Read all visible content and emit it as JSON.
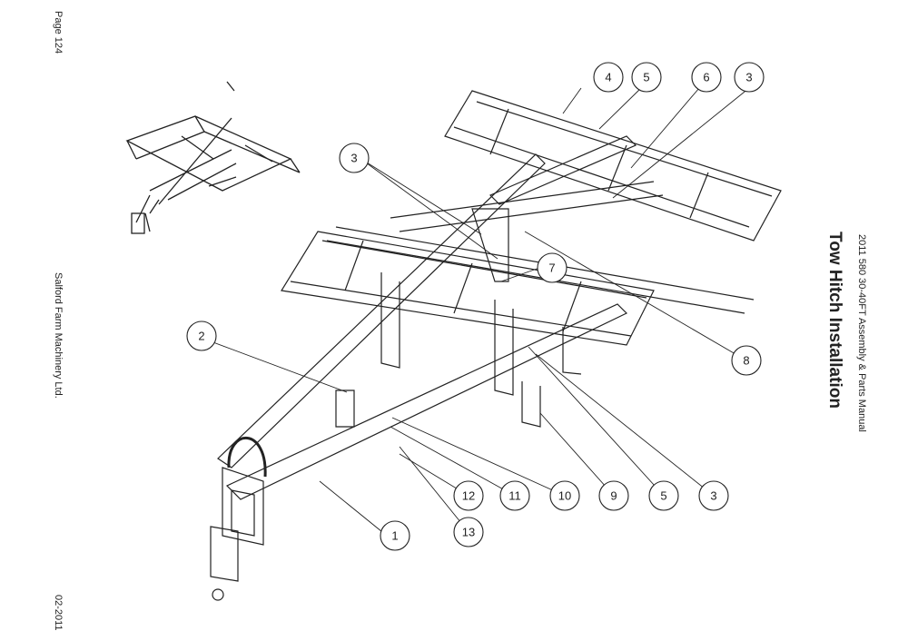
{
  "page": {
    "number_label": "Page 124",
    "company": "Salford Farm Machinery Ltd.",
    "date": "02-2011"
  },
  "header": {
    "manual": "2011 580 30-40FT Assembly & Parts Manual",
    "title": "Tow Hitch Installation"
  },
  "callouts": [
    {
      "id": "c4a",
      "label": "4"
    },
    {
      "id": "c5a",
      "label": "5"
    },
    {
      "id": "c6",
      "label": "6"
    },
    {
      "id": "c3a",
      "label": "3"
    },
    {
      "id": "c3b",
      "label": "3"
    },
    {
      "id": "c7",
      "label": "7"
    },
    {
      "id": "c2",
      "label": "2"
    },
    {
      "id": "c8",
      "label": "8"
    },
    {
      "id": "c12",
      "label": "12"
    },
    {
      "id": "c11",
      "label": "11"
    },
    {
      "id": "c10",
      "label": "10"
    },
    {
      "id": "c9",
      "label": "9"
    },
    {
      "id": "c5b",
      "label": "5"
    },
    {
      "id": "c3c",
      "label": "3"
    },
    {
      "id": "c1",
      "label": "1"
    },
    {
      "id": "c13",
      "label": "13"
    }
  ]
}
